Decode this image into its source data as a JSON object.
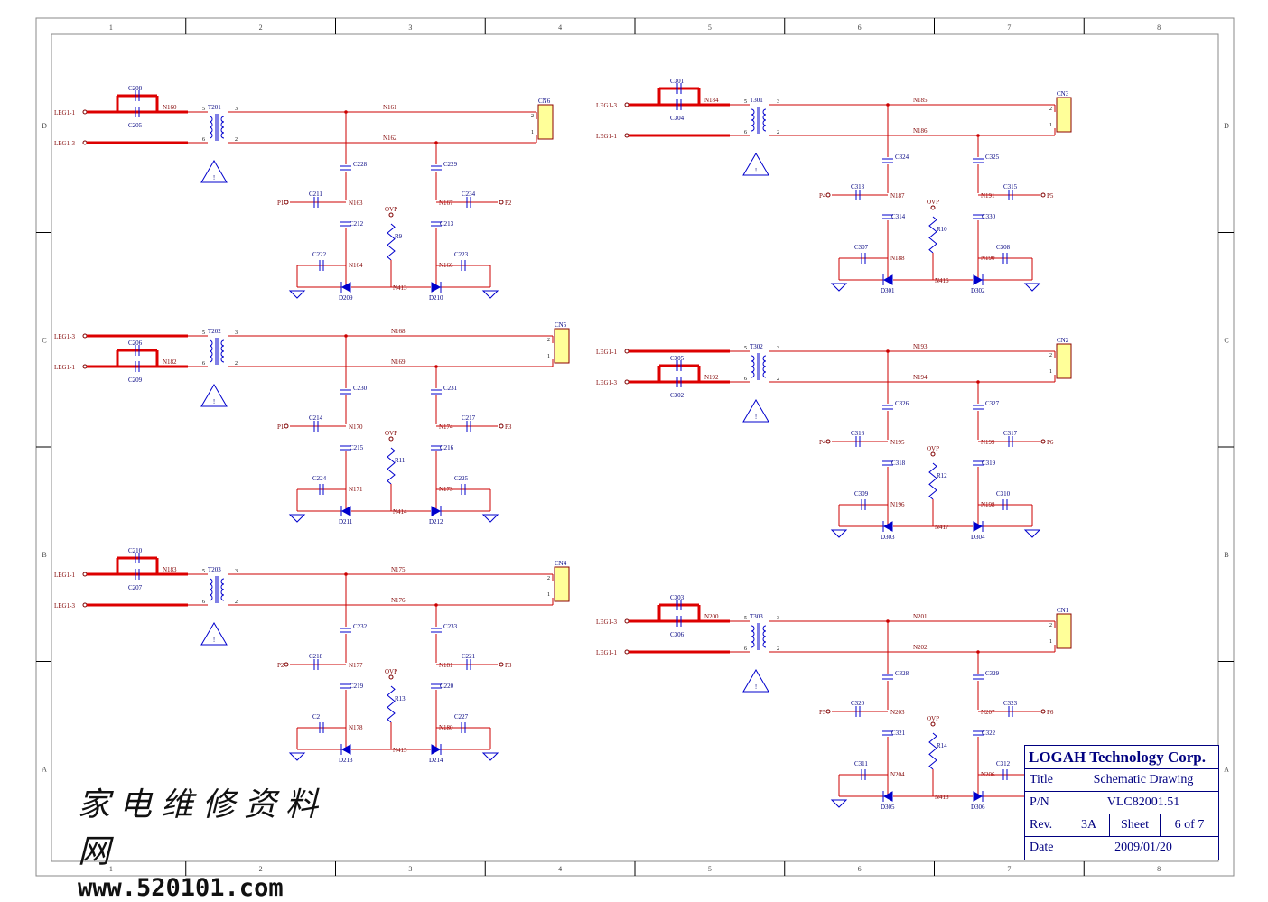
{
  "border": {
    "cols": [
      "1",
      "2",
      "3",
      "4",
      "5",
      "6",
      "7",
      "8"
    ],
    "rows": [
      "D",
      "C",
      "B",
      "A"
    ]
  },
  "title_block": {
    "company": "LOGAH Technology Corp.",
    "title_label": "Title",
    "title_value": "Schematic Drawing",
    "pn_label": "P/N",
    "pn_value": "VLC82001.51",
    "rev_label": "Rev.",
    "rev_value": "3A",
    "sheet_label": "Sheet",
    "sheet_value": "6 of 7",
    "date_label": "Date",
    "date_value": "2009/01/20"
  },
  "watermark": {
    "chinese": "家电维修资料网",
    "url": "www.520101.com"
  },
  "blocks": [
    {
      "in_top": "LEG1-1",
      "in_bot": "LEG1-3",
      "cap_a": "C208",
      "cap_b": "C205",
      "in_net": "N160",
      "xfmr": "T201",
      "top_net": "N161",
      "bot_net": "N162",
      "conn": "CN6",
      "ca": "C228",
      "cb": "C229",
      "ci": "C211",
      "cj": "C234",
      "na": "N163",
      "nb": "N167",
      "pa": "P1",
      "pb": "P2",
      "cc": "C212",
      "cd": "C213",
      "ovp": "OVP",
      "res": "R9",
      "ce": "C222",
      "cf": "C223",
      "nc": "N164",
      "nd": "N166",
      "da": "D209",
      "db": "D210",
      "nmid": "N413"
    },
    {
      "in_top": "LEG1-3",
      "in_bot": "LEG1-1",
      "cap_a": "C206",
      "cap_b": "C209",
      "in_net": "N182",
      "xfmr": "T202",
      "top_net": "N168",
      "bot_net": "N169",
      "conn": "CN5",
      "ca": "C230",
      "cb": "C231",
      "ci": "C214",
      "cj": "C217",
      "na": "N170",
      "nb": "N174",
      "pa": "P1",
      "pb": "P3",
      "cc": "C215",
      "cd": "C216",
      "ovp": "OVP",
      "res": "R11",
      "ce": "C224",
      "cf": "C225",
      "nc": "N171",
      "nd": "N173",
      "da": "D211",
      "db": "D212",
      "nmid": "N414"
    },
    {
      "in_top": "LEG1-1",
      "in_bot": "LEG1-3",
      "cap_a": "C210",
      "cap_b": "C207",
      "in_net": "N183",
      "xfmr": "T203",
      "top_net": "N175",
      "bot_net": "N176",
      "conn": "CN4",
      "ca": "C232",
      "cb": "C233",
      "ci": "C218",
      "cj": "C221",
      "na": "N177",
      "nb": "N181",
      "pa": "P2",
      "pb": "P3",
      "cc": "C219",
      "cd": "C220",
      "ovp": "OVP",
      "res": "R13",
      "ce": "C2",
      "cf": "C227",
      "nc": "N178",
      "nd": "N180",
      "da": "D213",
      "db": "D214",
      "nmid": "N415"
    },
    {
      "in_top": "LEG1-3",
      "in_bot": "LEG1-1",
      "cap_a": "C301",
      "cap_b": "C304",
      "in_net": "N184",
      "xfmr": "T301",
      "top_net": "N185",
      "bot_net": "N186",
      "conn": "CN3",
      "ca": "C324",
      "cb": "C325",
      "ci": "C313",
      "cj": "C315",
      "na": "N187",
      "nb": "N191",
      "pa": "P4",
      "pb": "P5",
      "cc": "C314",
      "cd": "C330",
      "ovp": "OVP",
      "res": "R10",
      "ce": "C307",
      "cf": "C308",
      "nc": "N188",
      "nd": "N190",
      "da": "D301",
      "db": "D302",
      "nmid": "N416"
    },
    {
      "in_top": "LEG1-1",
      "in_bot": "LEG1-3",
      "cap_a": "C305",
      "cap_b": "C302",
      "in_net": "N192",
      "xfmr": "T302",
      "top_net": "N193",
      "bot_net": "N194",
      "conn": "CN2",
      "ca": "C326",
      "cb": "C327",
      "ci": "C316",
      "cj": "C317",
      "na": "N195",
      "nb": "N199",
      "pa": "P4",
      "pb": "P6",
      "cc": "C318",
      "cd": "C319",
      "ovp": "OVP",
      "res": "R12",
      "ce": "C309",
      "cf": "C310",
      "nc": "N196",
      "nd": "N198",
      "da": "D303",
      "db": "D304",
      "nmid": "N417"
    },
    {
      "in_top": "LEG1-3",
      "in_bot": "LEG1-1",
      "cap_a": "C303",
      "cap_b": "C306",
      "in_net": "N200",
      "xfmr": "T303",
      "top_net": "N201",
      "bot_net": "N202",
      "conn": "CN1",
      "ca": "C328",
      "cb": "C329",
      "ci": "C320",
      "cj": "C323",
      "na": "N203",
      "nb": "N207",
      "pa": "P5",
      "pb": "P6",
      "cc": "C321",
      "cd": "C322",
      "ovp": "OVP",
      "res": "R14",
      "ce": "C311",
      "cf": "C312",
      "nc": "N204",
      "nd": "N206",
      "da": "D305",
      "db": "D306",
      "nmid": "N418"
    }
  ],
  "pins": {
    "one": "1",
    "two": "2",
    "three": "3",
    "five": "5",
    "six": "6"
  },
  "warn_mark": "!",
  "colors": {
    "wire": "#cc0000",
    "component": "#0000cc",
    "label": "#000080",
    "net": "#800000",
    "connector": "#ffff99"
  }
}
